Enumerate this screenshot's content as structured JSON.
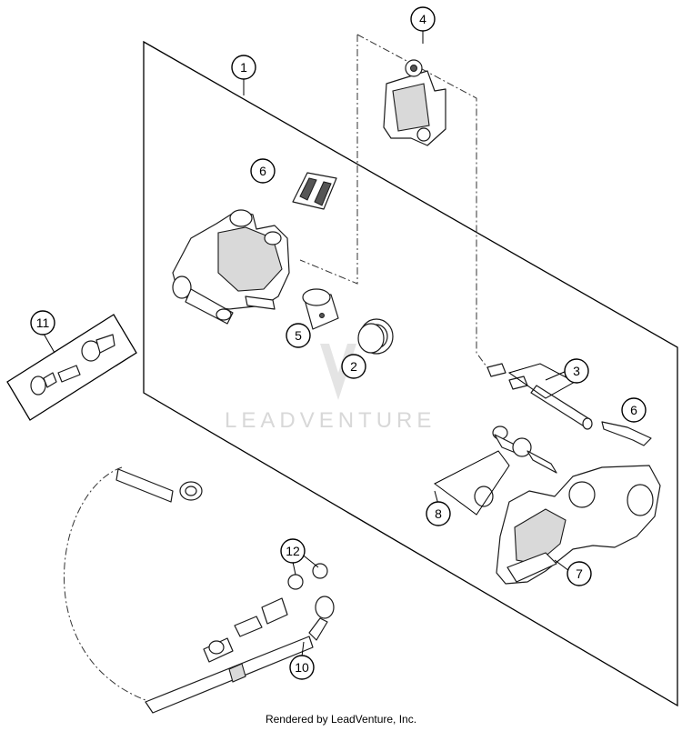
{
  "callouts": {
    "c1": "1",
    "c2": "2",
    "c3": "3",
    "c4": "4",
    "c5": "5",
    "c6a": "6",
    "c6b": "6",
    "c7": "7",
    "c8": "8",
    "c10": "10",
    "c11": "11",
    "c12": "12"
  },
  "watermark": "LEADVENTURE",
  "footer": "Rendered by LeadVenture, Inc."
}
